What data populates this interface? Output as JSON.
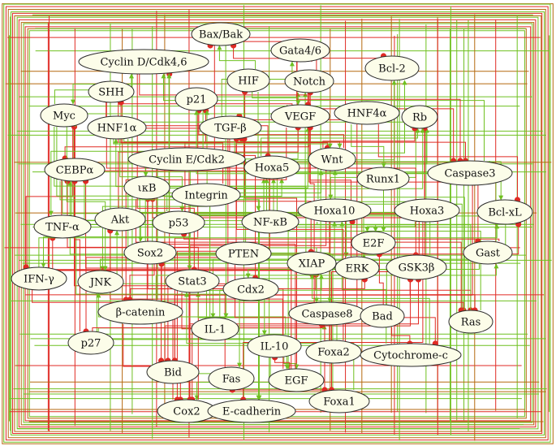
{
  "colors": {
    "background": "#ffffff",
    "node_fill": "#fcfde9",
    "node_stroke": "#2b2b2b",
    "activation": "#6fc020",
    "inhibition": "#e02a24",
    "frame": "#b5690f"
  },
  "edge_types": [
    "activation-arrow",
    "inhibition-dot"
  ],
  "nodes": {
    "bax_bak": "Bax/Bak",
    "gata4_6": "Gata4/6",
    "cyclin_d": "Cyclin D/Cdk4,6",
    "bcl2": "Bcl-2",
    "hif": "HIF",
    "notch": "Notch",
    "shh": "SHH",
    "p21": "p21",
    "myc": "Myc",
    "hnf1a": "HNF1α",
    "tgfb": "TGF-β",
    "vegf": "VEGF",
    "hnf4a": "HNF4α",
    "rb": "Rb",
    "cebpa": "CEBPα",
    "cyclin_e": "Cyclin E/Cdk2",
    "wnt": "Wnt",
    "hoxa5": "Hoxa5",
    "runx1": "Runx1",
    "caspase3": "Caspase3",
    "ikb": "ικB",
    "integrin": "Integrin",
    "hoxa10": "Hoxa10",
    "hoxa3": "Hoxa3",
    "bclxl": "Bcl-xL",
    "tnfa": "TNF-α",
    "akt": "Akt",
    "p53": "p53",
    "nfkb": "NF-κB",
    "e2f": "E2F",
    "sox2": "Sox2",
    "pten": "PTEN",
    "gast": "Gast",
    "xiap": "XIAP",
    "erk": "ERK",
    "gsk3b": "GSK3β",
    "ifng": "IFN-γ",
    "jnk": "JNK",
    "stat3": "Stat3",
    "cdx2": "Cdx2",
    "bcatenin": "β-catenin",
    "caspase8": "Caspase8",
    "bad": "Bad",
    "ras": "Ras",
    "il1": "IL-1",
    "p27": "p27",
    "il10": "IL-10",
    "foxa2": "Foxa2",
    "cytc": "Cytochrome-c",
    "bid": "Bid",
    "fas": "Fas",
    "egf": "EGF",
    "foxa1": "Foxa1",
    "cox2": "Cox2",
    "ecadherin": "E-cadherin"
  }
}
